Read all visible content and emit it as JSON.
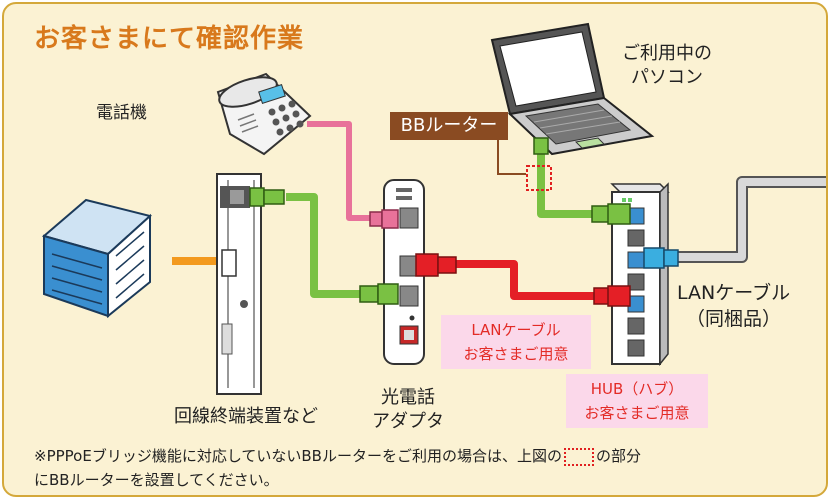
{
  "title": "お客さまにて確認作業",
  "labels": {
    "phone": "電話機",
    "pc_line1": "ご利用中の",
    "pc_line2": "パソコン",
    "router": "BBルーター",
    "lan_cable_line1": "LANケーブル",
    "lan_cable_line2": "（同梱品）",
    "lan_user_line1": "LANケーブル",
    "lan_user_line2": "お客さまご用意",
    "hub_user_line1": "HUB（ハブ）",
    "hub_user_line2": "お客さまご用意",
    "onu": "回線終端装置など",
    "adapter_line1": "光電話",
    "adapter_line2": "アダプタ"
  },
  "note": {
    "part1": "※PPPoEブリッジ機能に対応していないBBルーターをご利用の場合は、上図の",
    "part2": "の部分",
    "line2": "にBBルーターを設置してください。"
  },
  "colors": {
    "frame_border": "#d4a83a",
    "background": "#fbf2d3",
    "title": "#d8791c",
    "cable_green": "#7ac143",
    "cable_red": "#e41f26",
    "cable_pink": "#e8729a",
    "cable_orange": "#f39a1e",
    "cable_gray": "#b8b8b8",
    "router_label": "#8a4b22",
    "note_box": "#fbd8ea"
  }
}
